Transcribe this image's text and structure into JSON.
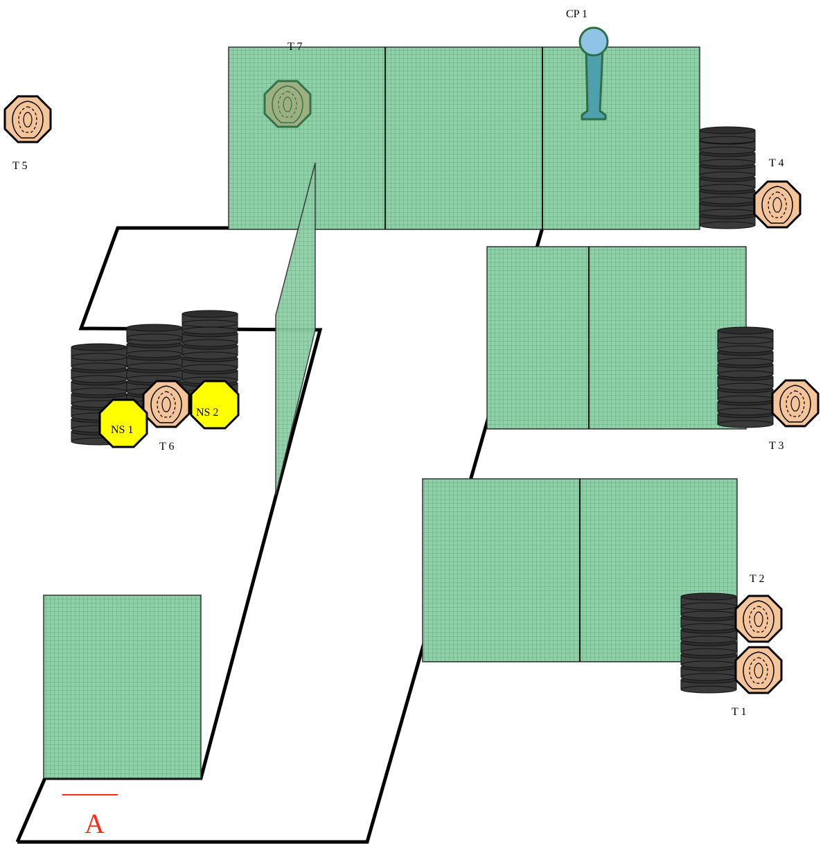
{
  "labels": {
    "cp1": "CP 1",
    "t1": "T 1",
    "t2": "T 2",
    "t3": "T 3",
    "t4": "T 4",
    "t5": "T 5",
    "t6": "T 6",
    "t7": "T 7",
    "ns1": "NS 1",
    "ns2": "NS 2",
    "start": "A"
  },
  "colors": {
    "wall_fill": "#8fd0a8",
    "wall_grid": "#5a9e75",
    "target_fill": "#f6c499",
    "no_shoot_fill": "#ffff00",
    "barrel_fill": "#3a3a3a",
    "hidden_target_fill": "#9fae7e",
    "pole_fill": "#8fc4e6",
    "start_mark": "#ff2a1a"
  }
}
